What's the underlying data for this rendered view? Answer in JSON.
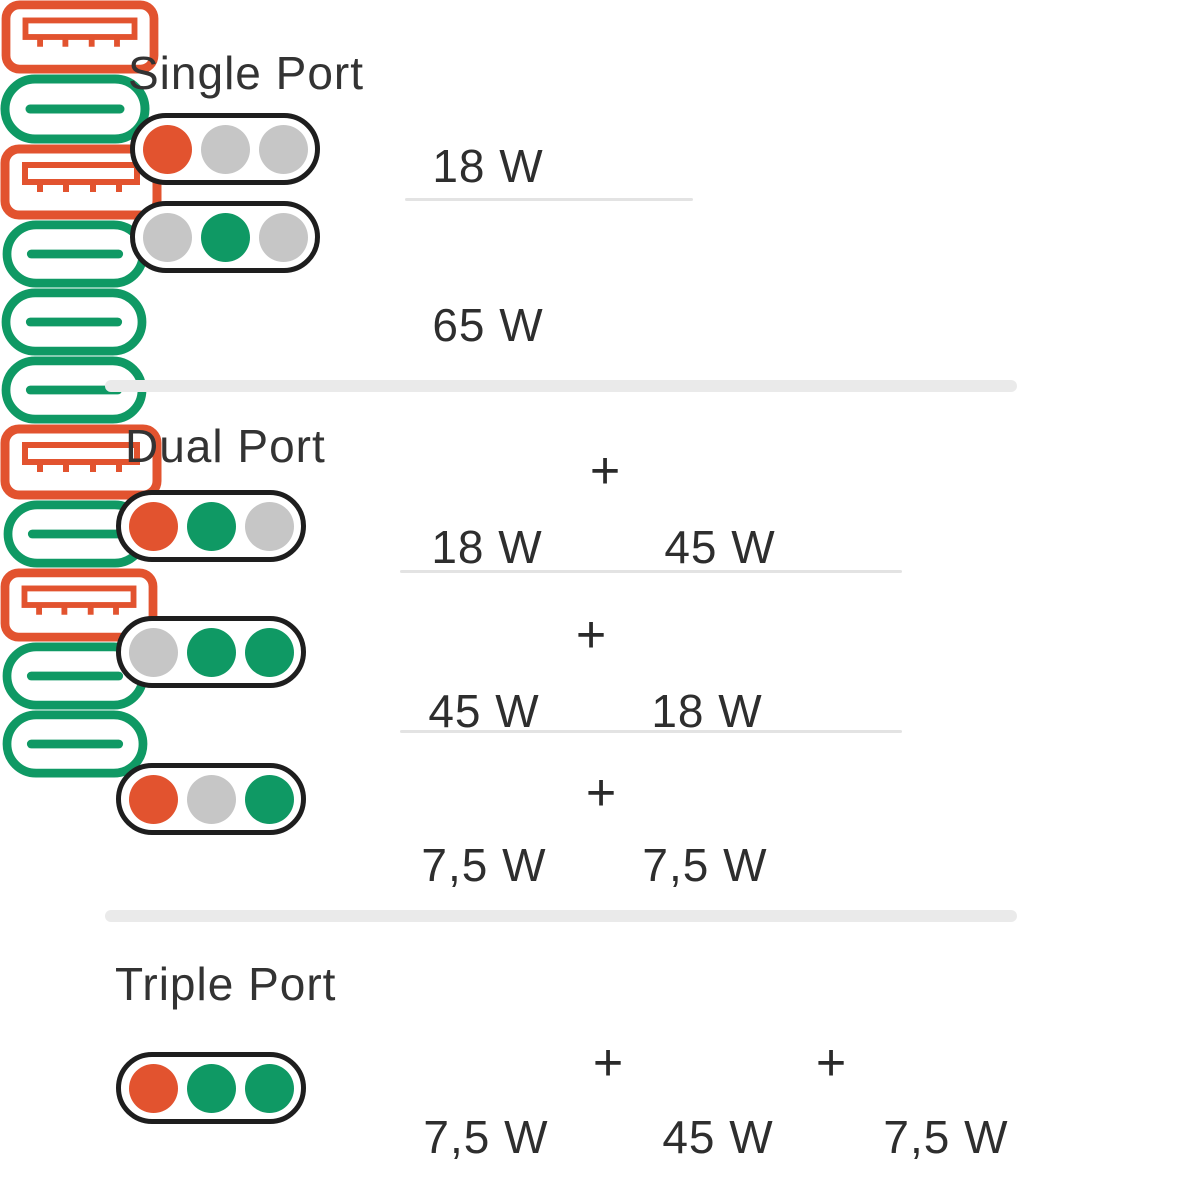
{
  "colors": {
    "orange": "#E2532F",
    "green": "#0F9964",
    "gray": "#C6C6C6",
    "outline": "#1E1E1E",
    "text": "#2E2E2E",
    "divider_thick": "#EAEAEA",
    "divider_thin": "#E3E3E3"
  },
  "plus_label": "+",
  "sections": [
    {
      "title": "Single Port",
      "rows": [
        {
          "indicator_dots": [
            "orange",
            "gray",
            "gray"
          ],
          "ports": [
            {
              "type": "usb-a",
              "color": "orange",
              "watt": "18 W"
            }
          ]
        },
        {
          "indicator_dots": [
            "gray",
            "green",
            "gray"
          ],
          "ports": [
            {
              "type": "usb-c",
              "color": "green",
              "watt": "65 W"
            }
          ]
        }
      ]
    },
    {
      "title": "Dual Port",
      "rows": [
        {
          "indicator_dots": [
            "orange",
            "green",
            "gray"
          ],
          "ports": [
            {
              "type": "usb-a",
              "color": "orange",
              "watt": "18 W"
            },
            {
              "type": "usb-c",
              "color": "green",
              "watt": "45 W"
            }
          ]
        },
        {
          "indicator_dots": [
            "gray",
            "green",
            "green"
          ],
          "ports": [
            {
              "type": "usb-c",
              "color": "green",
              "watt": "45 W"
            },
            {
              "type": "usb-c",
              "color": "green",
              "watt": "18 W"
            }
          ]
        },
        {
          "indicator_dots": [
            "orange",
            "gray",
            "green"
          ],
          "ports": [
            {
              "type": "usb-a",
              "color": "orange",
              "watt": "7,5 W"
            },
            {
              "type": "usb-c",
              "color": "green",
              "watt": "7,5 W"
            }
          ]
        }
      ]
    },
    {
      "title": "Triple Port",
      "rows": [
        {
          "indicator_dots": [
            "orange",
            "green",
            "green"
          ],
          "ports": [
            {
              "type": "usb-a",
              "color": "orange",
              "watt": "7,5 W"
            },
            {
              "type": "usb-c",
              "color": "green",
              "watt": "45 W"
            },
            {
              "type": "usb-c",
              "color": "green",
              "watt": "7,5 W"
            }
          ]
        }
      ]
    }
  ]
}
